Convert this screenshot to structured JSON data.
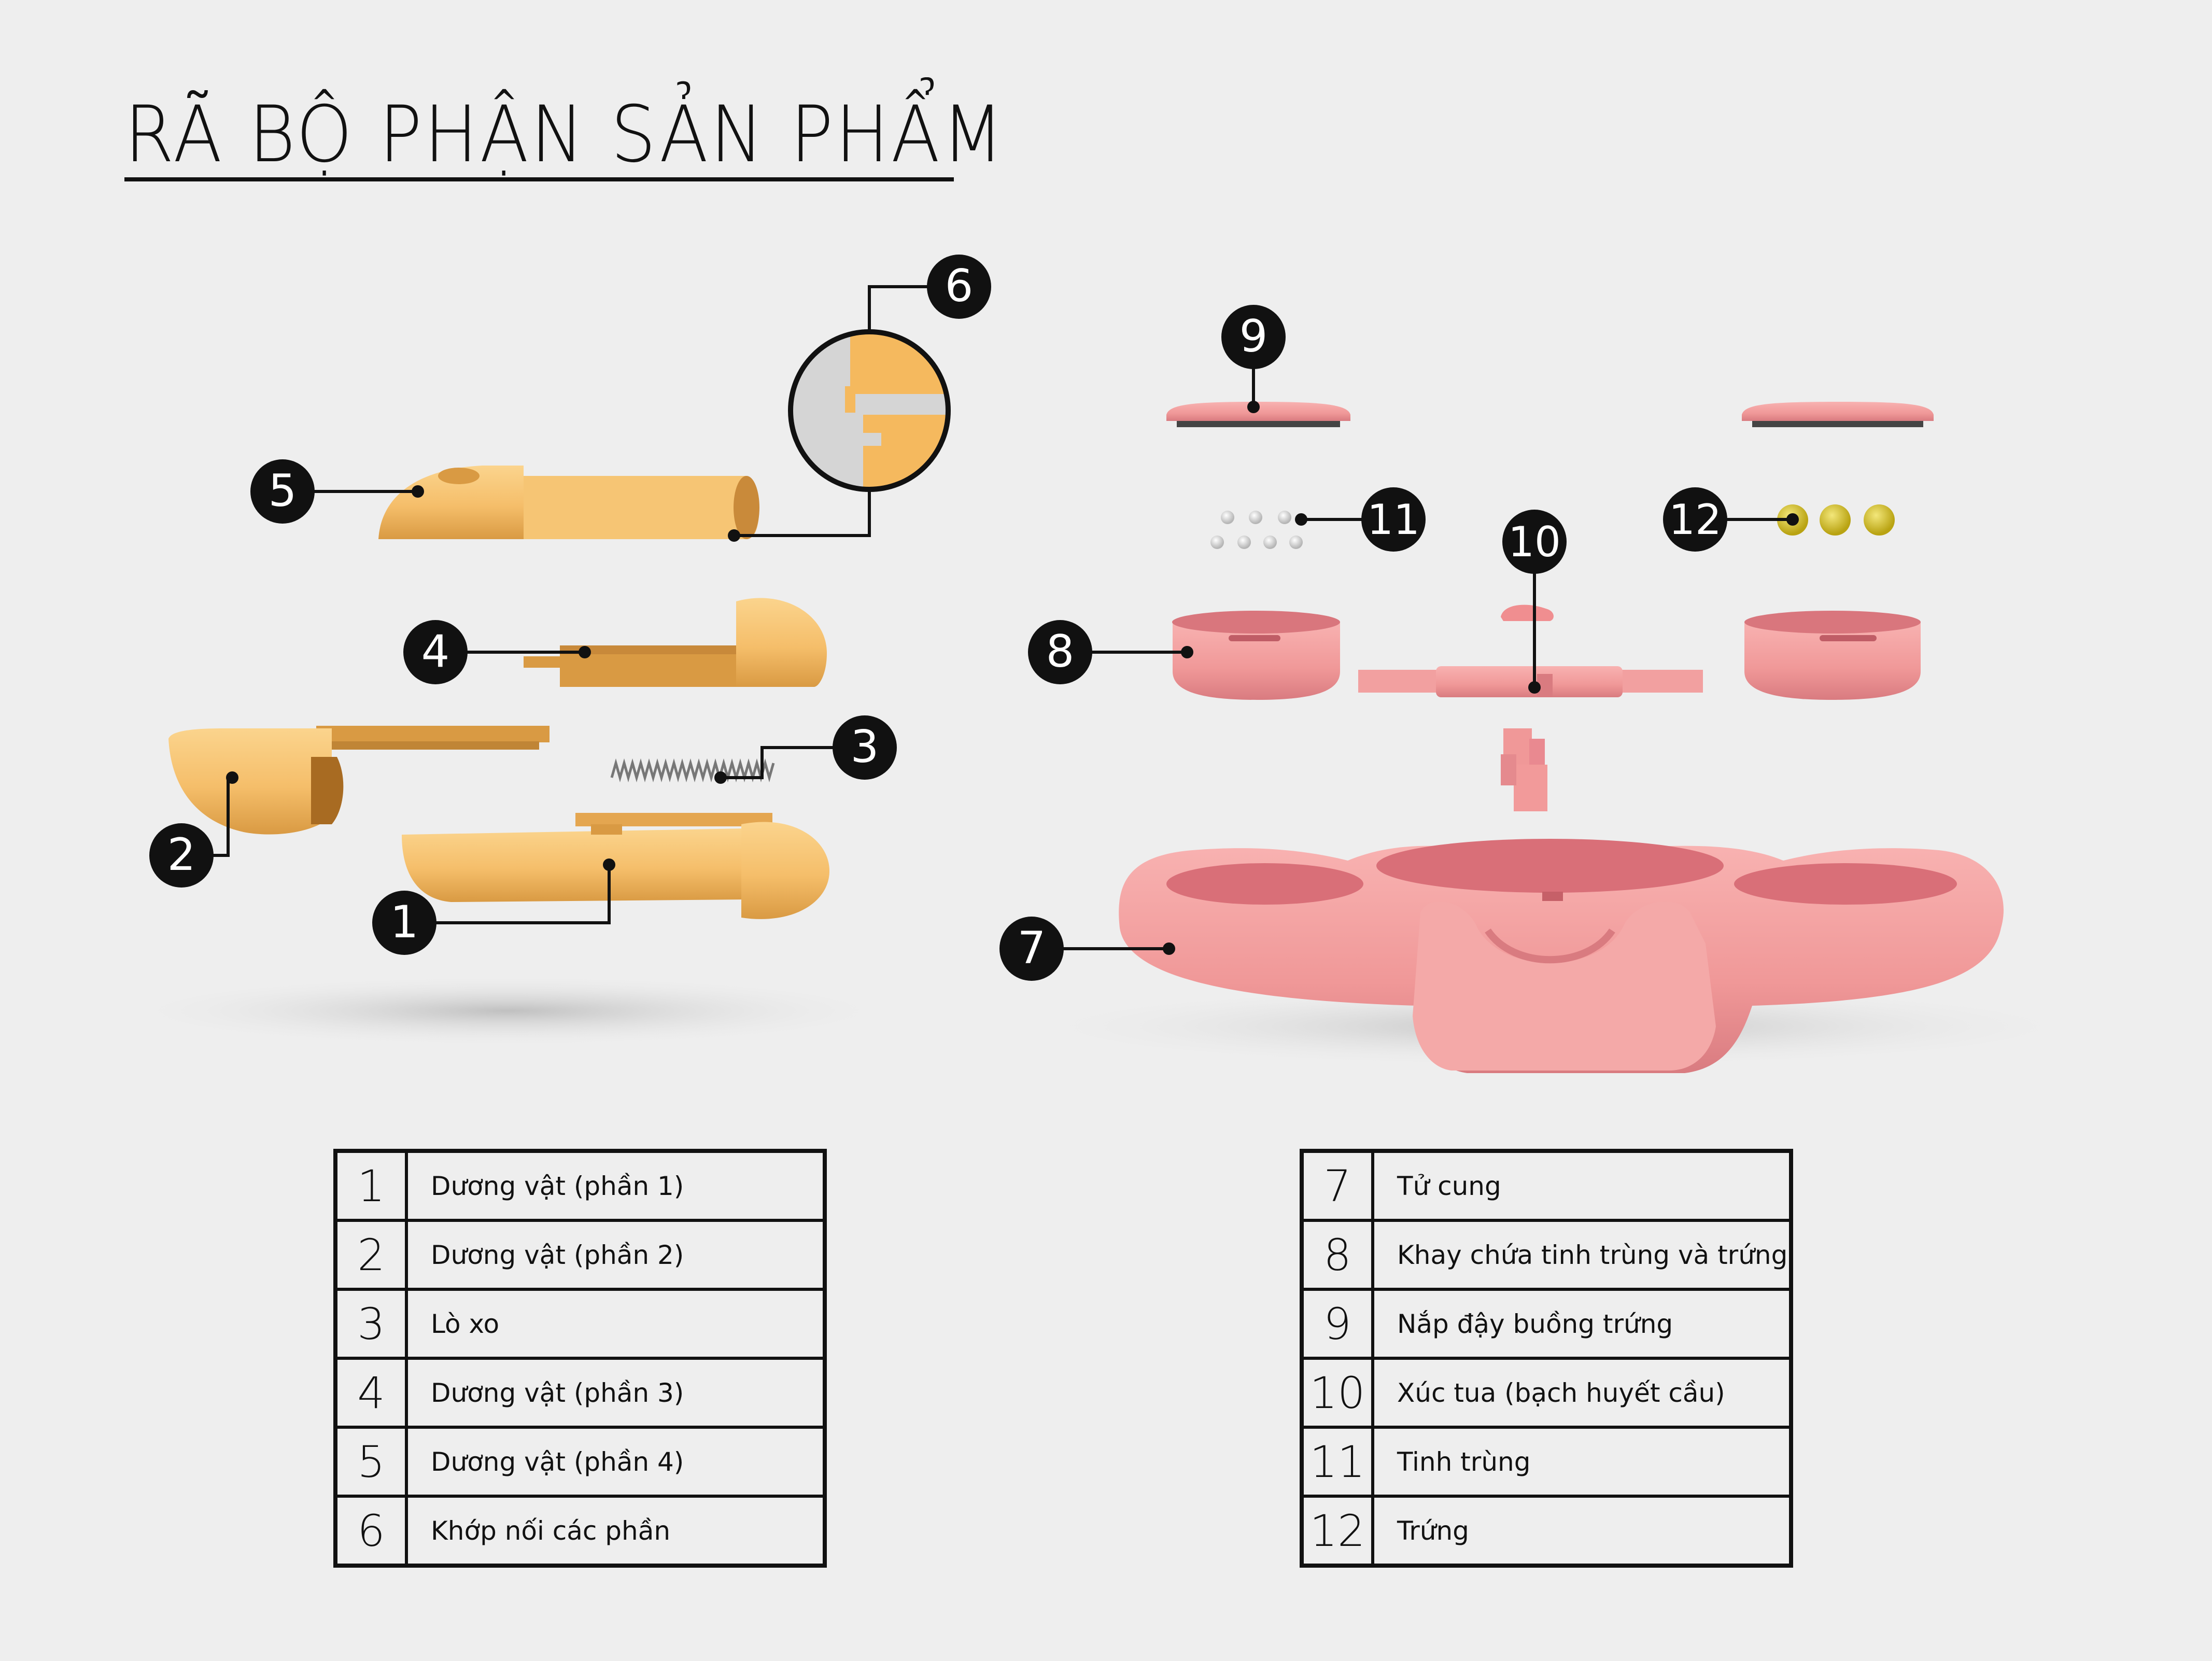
{
  "title": "RÃ BỘ PHẬN SẢN PHẨM",
  "callout_numbers": [
    "1",
    "2",
    "3",
    "4",
    "5",
    "6",
    "7",
    "8",
    "9",
    "10",
    "11",
    "12"
  ],
  "legend_left": [
    {
      "num": "1",
      "label": "Dương vật (phần 1)"
    },
    {
      "num": "2",
      "label": "Dương vật (phần 2)"
    },
    {
      "num": "3",
      "label": "Lò xo"
    },
    {
      "num": "4",
      "label": "Dương vật (phần 3)"
    },
    {
      "num": "5",
      "label": "Dương vật (phần 4)"
    },
    {
      "num": "6",
      "label": "Khớp nối các phần"
    }
  ],
  "legend_right": [
    {
      "num": "7",
      "label": "Tử cung"
    },
    {
      "num": "8",
      "label": "Khay chứa tinh trùng và trứng"
    },
    {
      "num": "9",
      "label": "Nắp đậy buồng trứng"
    },
    {
      "num": "10",
      "label": "Xúc tua (bạch huyết cầu)"
    },
    {
      "num": "11",
      "label": "Tinh trùng"
    },
    {
      "num": "12",
      "label": "Trứng"
    }
  ],
  "colors": {
    "background": "#eeeeee",
    "yellow_part": "#f5be6a",
    "yellow_shadow": "#d99a43",
    "pink_part": "#f29a9a",
    "pink_shadow": "#d97b80",
    "egg": "#d8c21f",
    "callout": "#111111"
  }
}
